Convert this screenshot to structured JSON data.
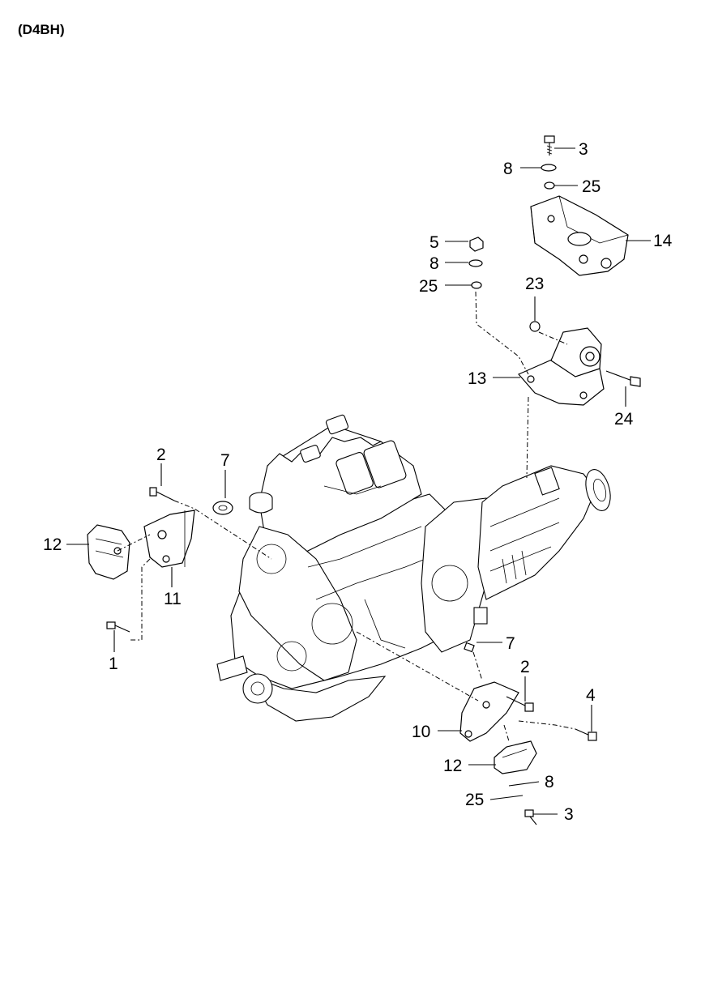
{
  "title": "(D4BH)",
  "callouts": [
    {
      "label": "3"
    },
    {
      "label": "8"
    },
    {
      "label": "25"
    },
    {
      "label": "14"
    },
    {
      "label": "5"
    },
    {
      "label": "8"
    },
    {
      "label": "25"
    },
    {
      "label": "23"
    },
    {
      "label": "13"
    },
    {
      "label": "24"
    },
    {
      "label": "2"
    },
    {
      "label": "7"
    },
    {
      "label": "12"
    },
    {
      "label": "11"
    },
    {
      "label": "1"
    },
    {
      "label": "7"
    },
    {
      "label": "2"
    },
    {
      "label": "4"
    },
    {
      "label": "10"
    },
    {
      "label": "12"
    },
    {
      "label": "8"
    },
    {
      "label": "25"
    },
    {
      "label": "3"
    }
  ]
}
